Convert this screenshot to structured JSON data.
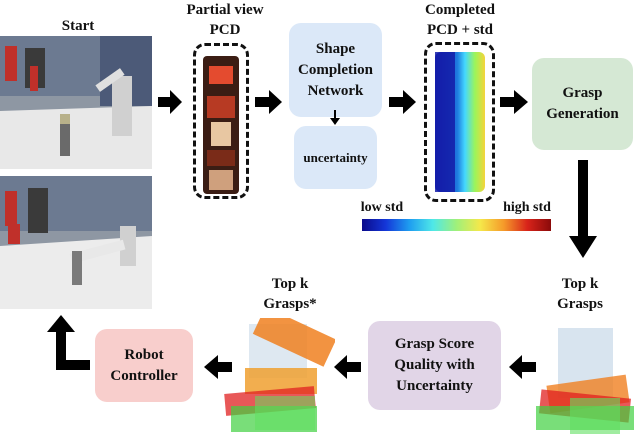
{
  "labels": {
    "start": "Start",
    "partial_view": "Partial view\nPCD",
    "completed": "Completed\nPCD + std",
    "top_k_grasps_right": "Top k\nGrasps",
    "top_k_grasps_left": "Top k\nGrasps*",
    "low_std": "low std",
    "high_std": "high std"
  },
  "boxes": {
    "shape_completion": "Shape\nCompletion\nNetwork",
    "uncertainty": "uncertainty",
    "grasp_generation": "Grasp\nGeneration",
    "grasp_score": "Grasp Score\nQuality with\nUncertainty",
    "robot_controller": "Robot\nController"
  },
  "colors": {
    "shape_box": "#dbe8f8",
    "uncertainty_box": "#dbe8f8",
    "grasp_gen_box": "#d5e8d4",
    "grasp_score_box": "#e1d5e7",
    "robot_box": "#f8cecc"
  },
  "icons": [
    "photo-robot-start",
    "photo-robot-grasp",
    "partial-pcd-can",
    "completed-pcd",
    "grasps-right",
    "grasps-left"
  ]
}
